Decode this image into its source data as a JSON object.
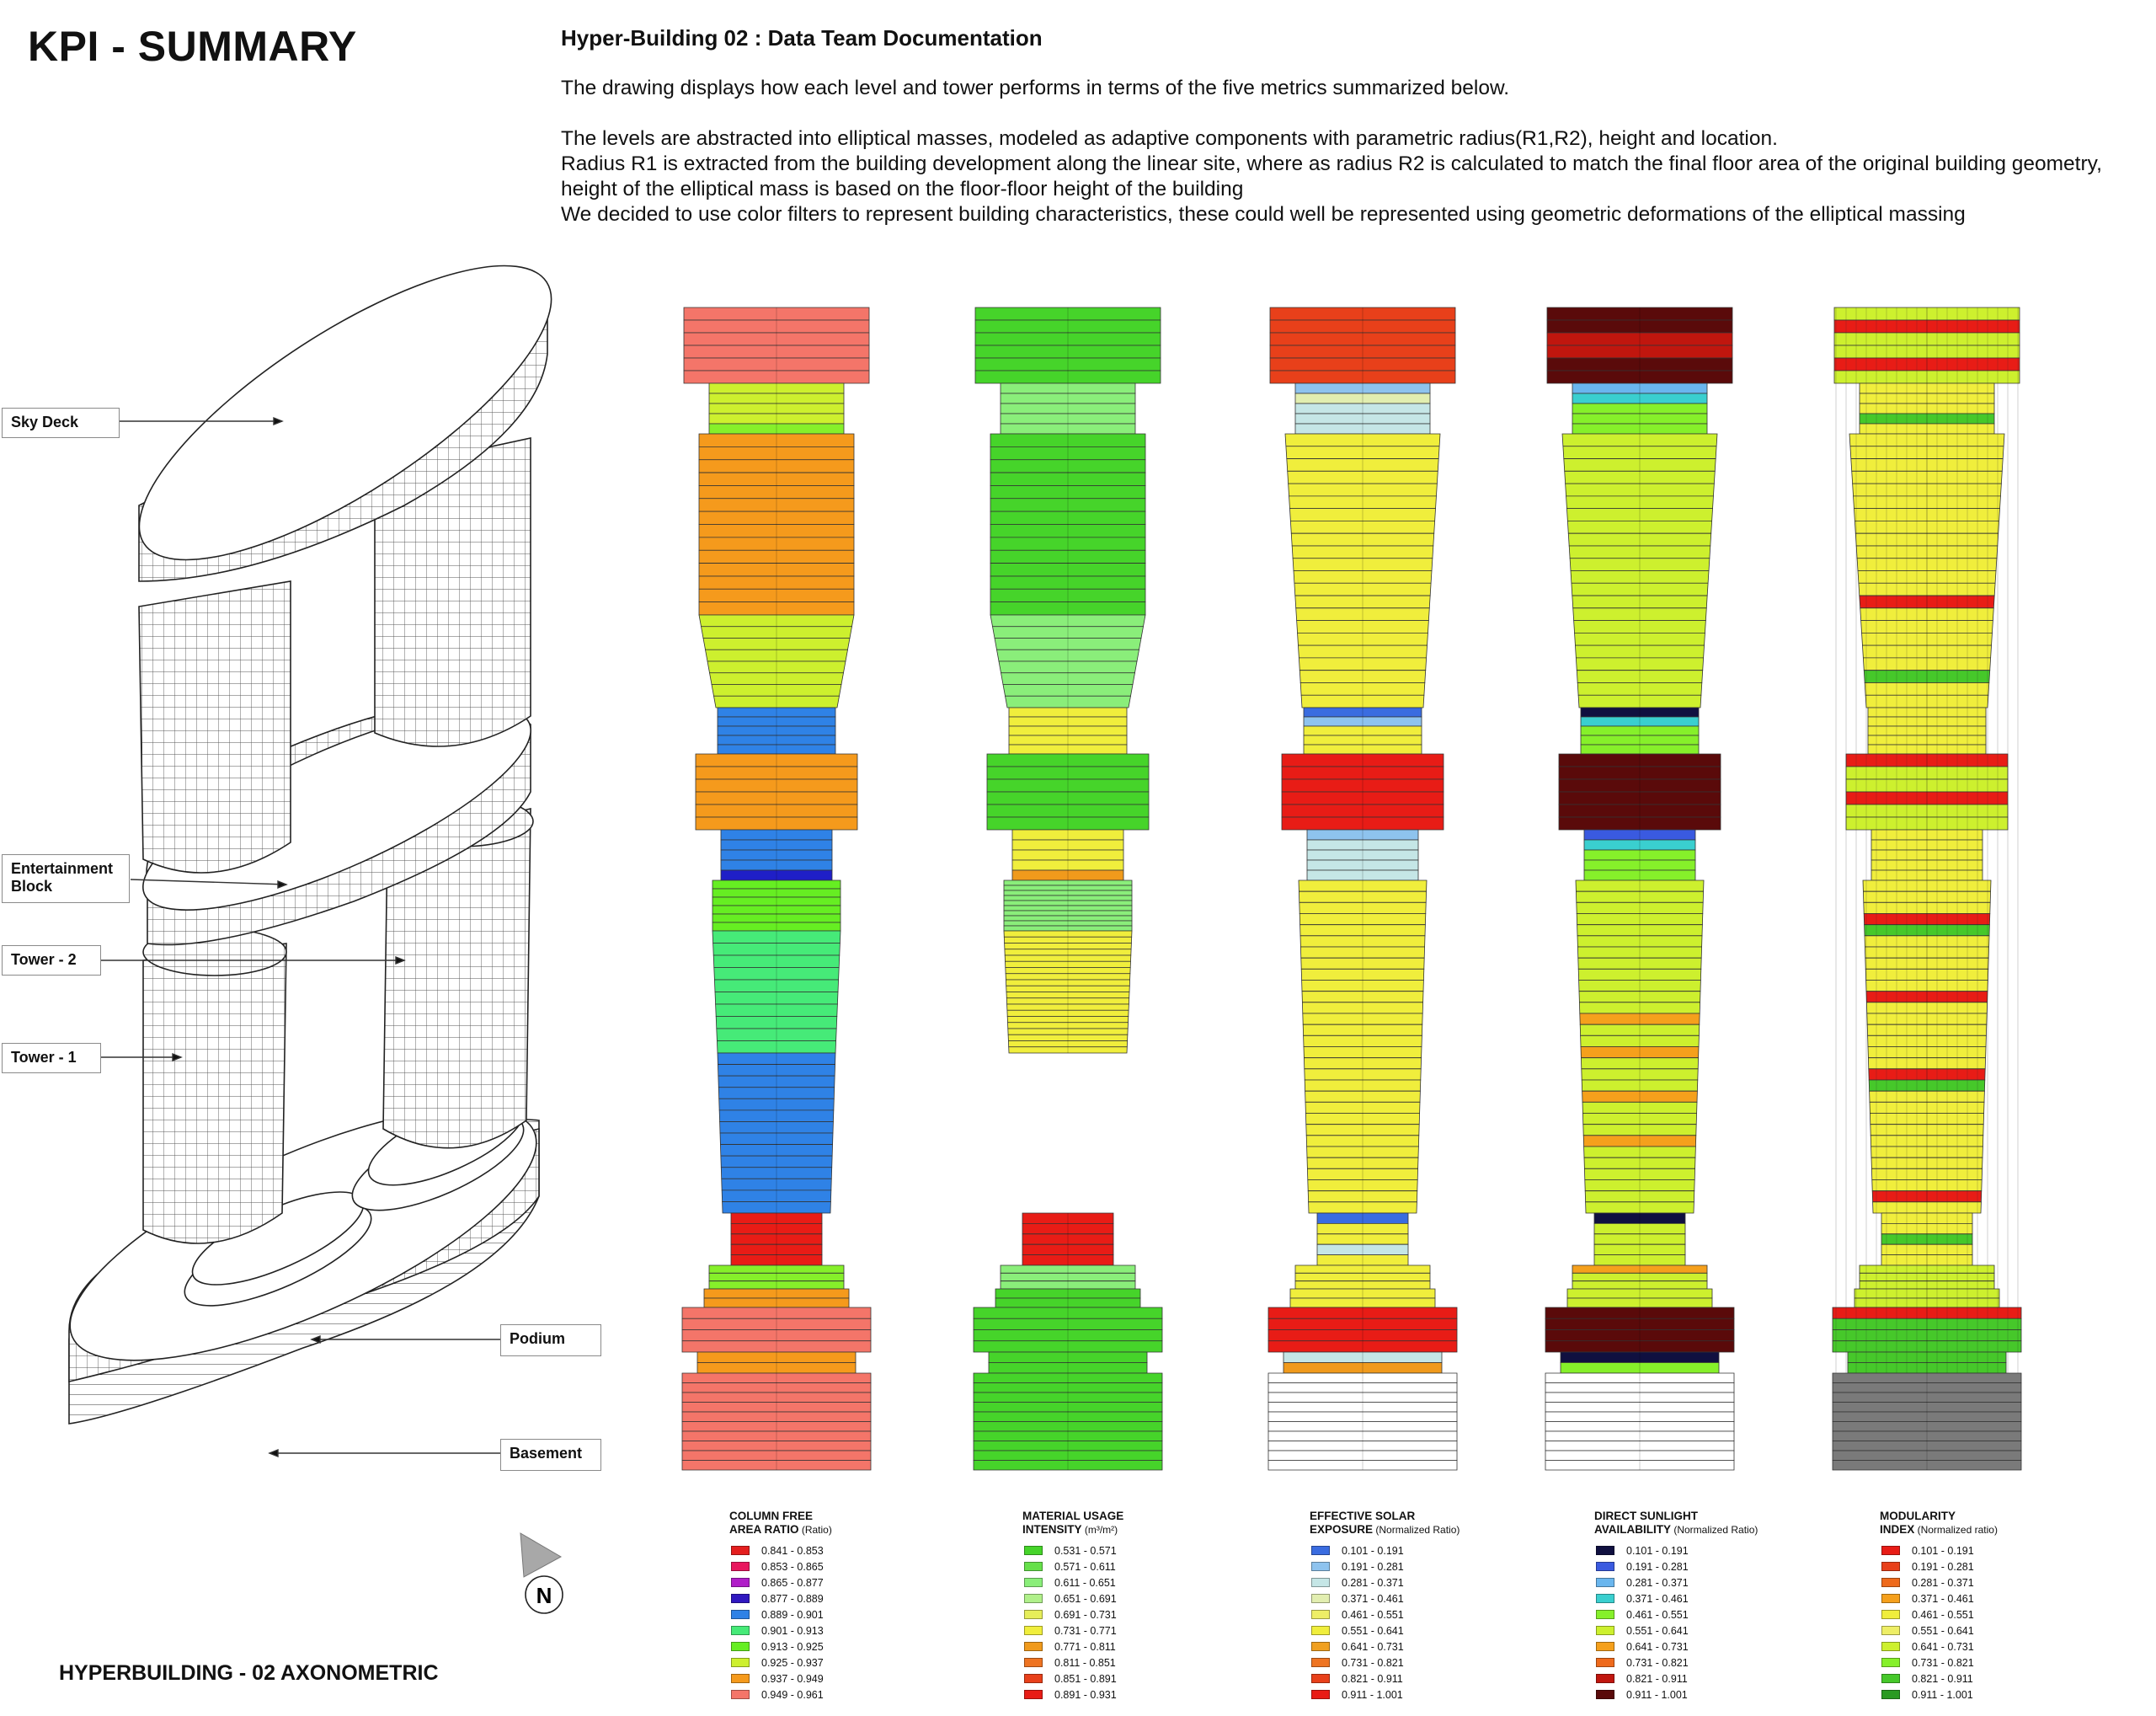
{
  "header": {
    "title": "KPI - SUMMARY",
    "doc_heading": "Hyper-Building 02 : Data Team Documentation",
    "paragraphs": [
      "The drawing displays how each level and tower performs in terms of the five metrics summarized below.",
      "The levels are abstracted into  elliptical masses, modeled as adaptive components with parametric radius(R1,R2), height and location.",
      "Radius R1 is extracted from the building development along the linear site, where as radius R2 is calculated to match the final floor area of the original building geometry, height of the elliptical mass is based on the floor-floor height of the building",
      "We decided to use color filters to represent building characteristics, these could well be represented using geometric deformations of the elliptical massing"
    ]
  },
  "axonometric": {
    "caption": "HYPERBUILDING - 02 AXONOMETRIC",
    "labels": {
      "sky_deck": "Sky Deck",
      "entertainment_block": "Entertainment Block",
      "tower_2": "Tower - 2",
      "tower_1": "Tower - 1",
      "podium": "Podium",
      "basement": "Basement"
    },
    "north": "N"
  },
  "colors": {
    "salmon": "#f47569",
    "orange": "#f59a1c",
    "yellow_green": "#cdf02e",
    "lime": "#86f02a",
    "blue": "#2f82e6",
    "navy": "#1f1fc7",
    "green": "#46d42a",
    "light_green": "#8aee7a",
    "red": "#e81c16",
    "yellow": "#f0ee3c",
    "pale_yellow": "#eeee66",
    "pale_blue": "#c5e6e6",
    "light_blue": "#8ec3ee",
    "dark_maroon": "#5a0a0a",
    "maroon": "#c0160e",
    "teal": "#3acfcf",
    "grey": "#7a7a7a"
  },
  "chart_data": {
    "type": "table",
    "metrics": [
      {
        "key": "cfar",
        "title_line1": "COLUMN FREE",
        "title_line2": "AREA RATIO",
        "unit": "(Ratio)",
        "legend": [
          {
            "range": "0.841 - 0.853",
            "color": "#e41e1e"
          },
          {
            "range": "0.853 - 0.865",
            "color": "#e8165e"
          },
          {
            "range": "0.865 - 0.877",
            "color": "#b01ec8"
          },
          {
            "range": "0.877 - 0.889",
            "color": "#3018c0"
          },
          {
            "range": "0.889 - 0.901",
            "color": "#2f82e6"
          },
          {
            "range": "0.901 - 0.913",
            "color": "#46ea78"
          },
          {
            "range": "0.913 - 0.925",
            "color": "#66ee22"
          },
          {
            "range": "0.925 - 0.937",
            "color": "#cdf02e"
          },
          {
            "range": "0.937 - 0.949",
            "color": "#f59a1c"
          },
          {
            "range": "0.949 - 0.961",
            "color": "#f47569"
          }
        ]
      },
      {
        "key": "mui",
        "title_line1": "MATERIAL USAGE",
        "title_line2": "INTENSITY",
        "unit": "(m³/m²)",
        "legend": [
          {
            "range": "0.531 - 0.571",
            "color": "#46d42a"
          },
          {
            "range": "0.571 - 0.611",
            "color": "#66e04a"
          },
          {
            "range": "0.611 - 0.651",
            "color": "#8aee7a"
          },
          {
            "range": "0.651 - 0.691",
            "color": "#b0f08a"
          },
          {
            "range": "0.691 - 0.731",
            "color": "#e6ee5a"
          },
          {
            "range": "0.731 - 0.771",
            "color": "#f0ee3c"
          },
          {
            "range": "0.771 - 0.811",
            "color": "#f09a1c"
          },
          {
            "range": "0.811 - 0.851",
            "color": "#ee7422"
          },
          {
            "range": "0.851 - 0.891",
            "color": "#e8401a"
          },
          {
            "range": "0.891 - 0.931",
            "color": "#e81c16"
          }
        ]
      },
      {
        "key": "ese",
        "title_line1": "EFFECTIVE SOLAR",
        "title_line2": "EXPOSURE",
        "unit": "(Normalized Ratio)",
        "legend": [
          {
            "range": "0.101 - 0.191",
            "color": "#3a6ce0"
          },
          {
            "range": "0.191 - 0.281",
            "color": "#8ec3ee"
          },
          {
            "range": "0.281 - 0.371",
            "color": "#c5e6e6"
          },
          {
            "range": "0.371 - 0.461",
            "color": "#e2eeb0"
          },
          {
            "range": "0.461 - 0.551",
            "color": "#eeee66"
          },
          {
            "range": "0.551 - 0.641",
            "color": "#f0ee3c"
          },
          {
            "range": "0.641 - 0.731",
            "color": "#f0a020"
          },
          {
            "range": "0.731 - 0.821",
            "color": "#ee7422"
          },
          {
            "range": "0.821 - 0.911",
            "color": "#e8401a"
          },
          {
            "range": "0.911 - 1.001",
            "color": "#e81c16"
          }
        ]
      },
      {
        "key": "dsa",
        "title_line1": "DIRECT SUNLIGHT",
        "title_line2": "AVAILABILITY",
        "unit": "(Normalized Ratio)",
        "legend": [
          {
            "range": "0.101 - 0.191",
            "color": "#101040"
          },
          {
            "range": "0.191 - 0.281",
            "color": "#3a5ae0"
          },
          {
            "range": "0.281 - 0.371",
            "color": "#6ab6ee"
          },
          {
            "range": "0.371 - 0.461",
            "color": "#3acfcf"
          },
          {
            "range": "0.461 - 0.551",
            "color": "#86f02a"
          },
          {
            "range": "0.551 - 0.641",
            "color": "#cdf02e"
          },
          {
            "range": "0.641 - 0.731",
            "color": "#f5a01c"
          },
          {
            "range": "0.731 - 0.821",
            "color": "#ee6a1c"
          },
          {
            "range": "0.821 - 0.911",
            "color": "#c0160e"
          },
          {
            "range": "0.911 - 1.001",
            "color": "#5a0a0a"
          }
        ]
      },
      {
        "key": "mi",
        "title_line1": "MODULARITY",
        "title_line2": "INDEX",
        "unit": "(Normalized ratio)",
        "legend": [
          {
            "range": "0.101 - 0.191",
            "color": "#e81c16"
          },
          {
            "range": "0.191 - 0.281",
            "color": "#e8401a"
          },
          {
            "range": "0.281 - 0.371",
            "color": "#ee6a1c"
          },
          {
            "range": "0.371 - 0.461",
            "color": "#f5a01c"
          },
          {
            "range": "0.461 - 0.551",
            "color": "#f0ee3c"
          },
          {
            "range": "0.551 - 0.641",
            "color": "#eeee66"
          },
          {
            "range": "0.641 - 0.731",
            "color": "#cdf02e"
          },
          {
            "range": "0.731 - 0.821",
            "color": "#86f02a"
          },
          {
            "range": "0.821 - 0.911",
            "color": "#46c82a"
          },
          {
            "range": "0.911 - 1.001",
            "color": "#2a9a22"
          }
        ]
      }
    ],
    "columns": {
      "cfar": {
        "sections": [
          {
            "name": "sky-deck",
            "floors": 6,
            "color": "#f47569"
          },
          {
            "name": "tower-2-top-core",
            "floors": 4,
            "color": "#cdf02e"
          },
          {
            "name": "tower-2-top-core-base",
            "floors": 1,
            "color": "#86f02a"
          },
          {
            "name": "tower-2-upper",
            "floors": 14,
            "color": "#f59a1c"
          },
          {
            "name": "tower-2-lower",
            "floors": 8,
            "color": "#cdf02e"
          },
          {
            "name": "entertainment-neck",
            "floors": 5,
            "color": "#2f82e6"
          },
          {
            "name": "entertainment-block",
            "floors": 6,
            "color": "#f59a1c"
          },
          {
            "name": "tower-1-neck",
            "floors": 4,
            "color": "#2f82e6"
          },
          {
            "name": "tower-1-neck-base",
            "floors": 1,
            "color": "#1f1fc7"
          },
          {
            "name": "tower-1-upper",
            "floors": 6,
            "color": "#66ee22"
          },
          {
            "name": "tower-1-mid",
            "floors": 10,
            "color": "#46ea78"
          },
          {
            "name": "tower-1-lower",
            "floors": 14,
            "color": "#2f82e6"
          },
          {
            "name": "tower-1-base",
            "floors": 5,
            "color": "#e81c16"
          },
          {
            "name": "podium-top",
            "floors": 3,
            "color": "#86f02a"
          },
          {
            "name": "podium-step",
            "floors": 2,
            "color": "#f59a1c"
          },
          {
            "name": "podium",
            "floors": 4,
            "color": "#f47569"
          },
          {
            "name": "podium-link",
            "floors": 2,
            "color": "#f59a1c"
          },
          {
            "name": "basement",
            "floors": 10,
            "color": "#f47569"
          }
        ]
      },
      "mui": {
        "sections": [
          {
            "name": "sky-deck",
            "floors": 6,
            "color": "#46d42a"
          },
          {
            "name": "tower-2-top-core",
            "floors": 5,
            "color": "#8aee7a"
          },
          {
            "name": "tower-2-upper",
            "floors": 14,
            "color": "#46d42a"
          },
          {
            "name": "tower-2-lower",
            "floors": 8,
            "color": "#8aee7a"
          },
          {
            "name": "entertainment-neck",
            "floors": 5,
            "color": "#f0ee3c"
          },
          {
            "name": "entertainment-block",
            "floors": 6,
            "color": "#46d42a"
          },
          {
            "name": "tower-1-neck",
            "floors": 4,
            "color": "#f0ee3c"
          },
          {
            "name": "tower-1-neck-base",
            "floors": 1,
            "color": "#f09a1c"
          },
          {
            "name": "tower-1-upper",
            "floors": 10,
            "color": "#8aee7a"
          },
          {
            "name": "tower-1-mid",
            "floors": 20,
            "color": "#f0ee3c"
          },
          {
            "name": "tower-1-base",
            "floors": 5,
            "color": "#e81c16"
          },
          {
            "name": "podium-top",
            "floors": 3,
            "color": "#8aee7a"
          },
          {
            "name": "podium-step",
            "floors": 2,
            "color": "#46d42a"
          },
          {
            "name": "podium",
            "floors": 4,
            "color": "#46d42a"
          },
          {
            "name": "podium-link",
            "floors": 2,
            "color": "#46d42a"
          },
          {
            "name": "basement",
            "floors": 10,
            "color": "#46d42a"
          }
        ]
      },
      "ese": {
        "sections": [
          {
            "name": "sky-deck",
            "floors": 6,
            "color": "#e8401a"
          },
          {
            "name": "tower-2-top-core-1",
            "floors": 1,
            "color": "#8ec3ee"
          },
          {
            "name": "tower-2-top-core-2",
            "floors": 1,
            "color": "#e2eeb0"
          },
          {
            "name": "tower-2-top-core-3",
            "floors": 3,
            "color": "#c5e6e6"
          },
          {
            "name": "tower-2-tower",
            "floors": 22,
            "color": "#f0ee3c"
          },
          {
            "name": "entertainment-neck-1",
            "floors": 1,
            "color": "#3a6ce0"
          },
          {
            "name": "entertainment-neck-2",
            "floors": 1,
            "color": "#8ec3ee"
          },
          {
            "name": "entertainment-neck-3",
            "floors": 3,
            "color": "#f0ee3c"
          },
          {
            "name": "entertainment-block",
            "floors": 6,
            "color": "#e81c16"
          },
          {
            "name": "tower-1-neck-1",
            "floors": 1,
            "color": "#8ec3ee"
          },
          {
            "name": "tower-1-neck-2",
            "floors": 1,
            "color": "#c5e6e6"
          },
          {
            "name": "tower-1-neck-3",
            "floors": 3,
            "color": "#c5e6e6"
          },
          {
            "name": "tower-1-tower",
            "floors": 30,
            "color": "#f0ee3c"
          },
          {
            "name": "tower-1-base-1",
            "floors": 1,
            "color": "#3a6ce0"
          },
          {
            "name": "tower-1-base-2",
            "floors": 2,
            "color": "#f0ee3c"
          },
          {
            "name": "tower-1-base-3",
            "floors": 1,
            "color": "#c5e6e6"
          },
          {
            "name": "tower-1-base-4",
            "floors": 1,
            "color": "#f0ee3c"
          },
          {
            "name": "podium-top",
            "floors": 3,
            "color": "#f0ee3c"
          },
          {
            "name": "podium-step",
            "floors": 2,
            "color": "#f0ee3c"
          },
          {
            "name": "podium",
            "floors": 4,
            "color": "#e81c16"
          },
          {
            "name": "podium-link-1",
            "floors": 1,
            "color": "#c5e6e6"
          },
          {
            "name": "podium-link-2",
            "floors": 1,
            "color": "#f09a1c"
          },
          {
            "name": "basement",
            "floors": 10,
            "color": "#ffffff"
          }
        ]
      },
      "dsa": {
        "sections": [
          {
            "name": "sky-deck-1",
            "floors": 2,
            "color": "#5a0a0a"
          },
          {
            "name": "sky-deck-2",
            "floors": 2,
            "color": "#c0160e"
          },
          {
            "name": "sky-deck-3",
            "floors": 2,
            "color": "#5a0a0a"
          },
          {
            "name": "tower-2-top-core-1",
            "floors": 1,
            "color": "#6ab6ee"
          },
          {
            "name": "tower-2-top-core-2",
            "floors": 1,
            "color": "#3acfcf"
          },
          {
            "name": "tower-2-top-core-3",
            "floors": 3,
            "color": "#86f02a"
          },
          {
            "name": "tower-2-tower",
            "floors": 22,
            "color": "#cdf02e"
          },
          {
            "name": "entertainment-neck-1",
            "floors": 1,
            "color": "#101040"
          },
          {
            "name": "entertainment-neck-2",
            "floors": 1,
            "color": "#3acfcf"
          },
          {
            "name": "entertainment-neck-3",
            "floors": 3,
            "color": "#86f02a"
          },
          {
            "name": "entertainment-block",
            "floors": 6,
            "color": "#5a0a0a"
          },
          {
            "name": "tower-1-neck-1",
            "floors": 1,
            "color": "#3a5ae0"
          },
          {
            "name": "tower-1-neck-2",
            "floors": 1,
            "color": "#3acfcf"
          },
          {
            "name": "tower-1-neck-3",
            "floors": 3,
            "color": "#86f02a"
          },
          {
            "name": "tower-1-tower-a",
            "floors": 12,
            "color": "#cdf02e"
          },
          {
            "name": "tower-1-tower-b",
            "floors": 1,
            "color": "#f5a01c"
          },
          {
            "name": "tower-1-tower-c",
            "floors": 2,
            "color": "#cdf02e"
          },
          {
            "name": "tower-1-tower-d",
            "floors": 1,
            "color": "#f5a01c"
          },
          {
            "name": "tower-1-tower-e",
            "floors": 3,
            "color": "#cdf02e"
          },
          {
            "name": "tower-1-tower-f",
            "floors": 1,
            "color": "#f5a01c"
          },
          {
            "name": "tower-1-tower-g",
            "floors": 3,
            "color": "#cdf02e"
          },
          {
            "name": "tower-1-tower-h",
            "floors": 1,
            "color": "#f5a01c"
          },
          {
            "name": "tower-1-tower-i",
            "floors": 6,
            "color": "#cdf02e"
          },
          {
            "name": "tower-1-base-1",
            "floors": 1,
            "color": "#101040"
          },
          {
            "name": "tower-1-base-2",
            "floors": 4,
            "color": "#cdf02e"
          },
          {
            "name": "podium-top-1",
            "floors": 1,
            "color": "#f5a01c"
          },
          {
            "name": "podium-top-2",
            "floors": 2,
            "color": "#cdf02e"
          },
          {
            "name": "podium-step",
            "floors": 2,
            "color": "#cdf02e"
          },
          {
            "name": "podium",
            "floors": 4,
            "color": "#5a0a0a"
          },
          {
            "name": "podium-link-1",
            "floors": 1,
            "color": "#101040"
          },
          {
            "name": "podium-link-2",
            "floors": 1,
            "color": "#86f02a"
          },
          {
            "name": "basement",
            "floors": 10,
            "color": "#ffffff"
          }
        ]
      },
      "mi": {
        "sections": [
          {
            "name": "sky-deck",
            "floors": 6,
            "color": "#cdf02e"
          },
          {
            "name": "tower-2-top-core",
            "floors": 5,
            "color": "#f0ee3c"
          },
          {
            "name": "tower-2-tower",
            "floors": 22,
            "color": "#f0ee3c"
          },
          {
            "name": "entertainment-neck",
            "floors": 5,
            "color": "#f0ee3c"
          },
          {
            "name": "entertainment-block",
            "floors": 6,
            "color": "#cdf02e"
          },
          {
            "name": "tower-1-neck",
            "floors": 5,
            "color": "#f0ee3c"
          },
          {
            "name": "tower-1-tower",
            "floors": 30,
            "color": "#f0ee3c"
          },
          {
            "name": "tower-1-base",
            "floors": 5,
            "color": "#f0ee3c"
          },
          {
            "name": "podium-top",
            "floors": 3,
            "color": "#cdf02e"
          },
          {
            "name": "podium-step",
            "floors": 2,
            "color": "#cdf02e"
          },
          {
            "name": "podium",
            "floors": 4,
            "color": "#46c82a"
          },
          {
            "name": "podium-link",
            "floors": 2,
            "color": "#46c82a"
          },
          {
            "name": "basement",
            "floors": 10,
            "color": "#7a7a7a"
          }
        ]
      }
    }
  }
}
